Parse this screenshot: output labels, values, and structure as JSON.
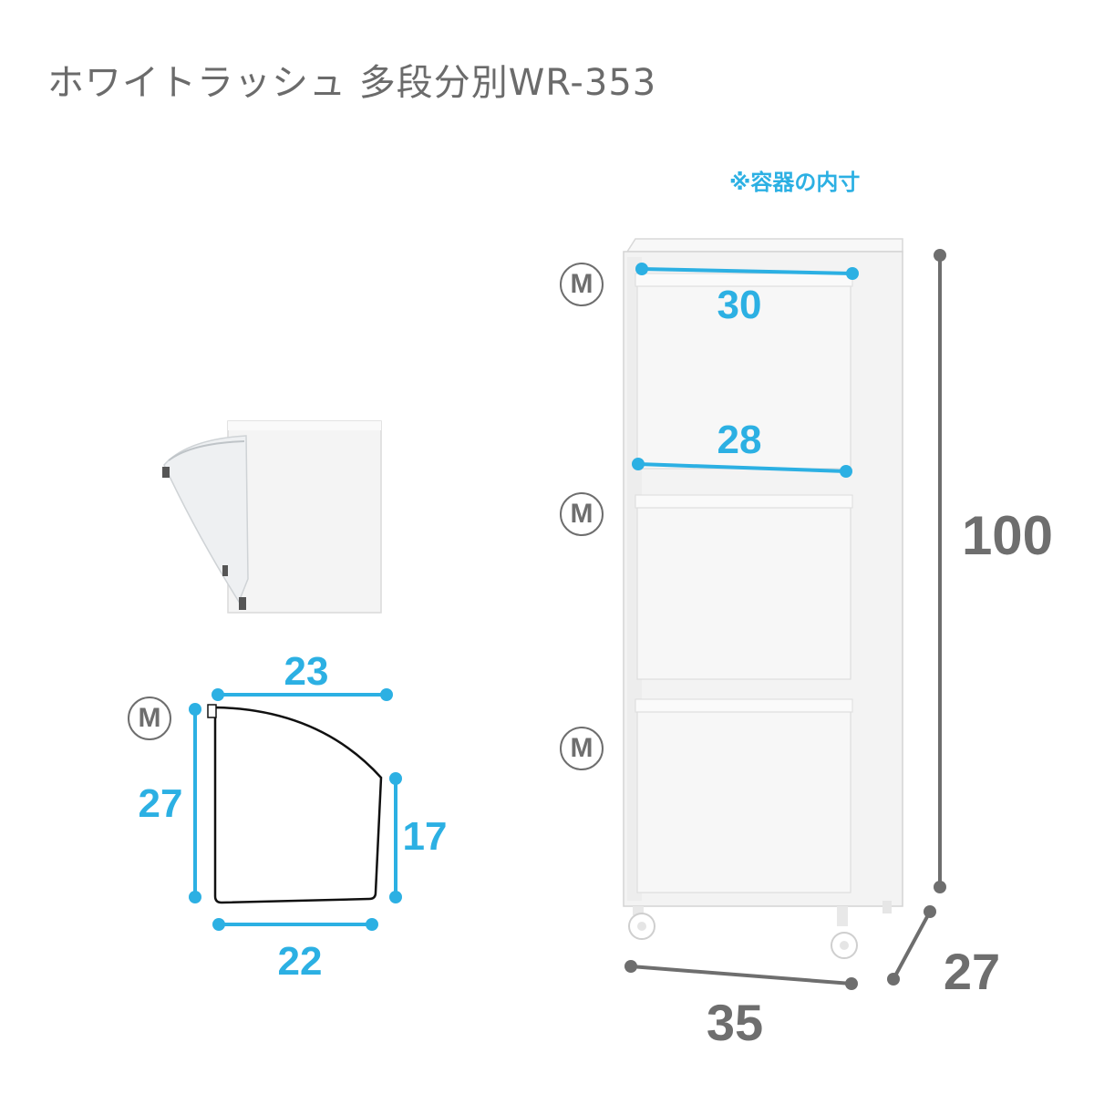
{
  "title": "ホワイトラッシュ 多段分別WR-353",
  "note": "※容器の内寸",
  "size_mark": "M",
  "colors": {
    "accent": "#2cb0e3",
    "gray": "#6e6e6e",
    "product": "#f4f4f4",
    "outline": "#d6d6d6"
  },
  "dimensions": {
    "height": "100",
    "width": "35",
    "depth": "27",
    "container_top_width": "30",
    "container_bottom_width": "28",
    "bin_top": "23",
    "bin_bottom": "22",
    "bin_back_height": "27",
    "bin_front_height": "17"
  }
}
